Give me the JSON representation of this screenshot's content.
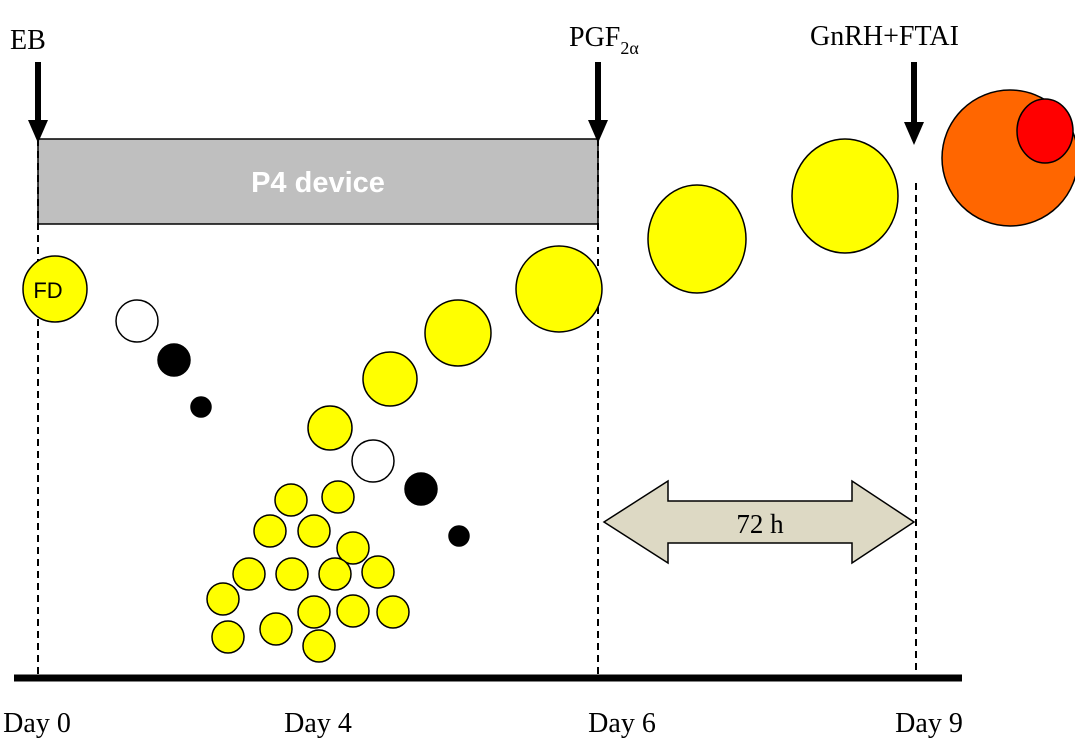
{
  "events": {
    "eb": "EB",
    "pgf_main": "PGF",
    "pgf_sub": "2α",
    "gnrh": "GnRH+FTAI"
  },
  "device": {
    "label": "P4 device"
  },
  "follicle": {
    "fd_label": "FD"
  },
  "interval": {
    "label": "72 h"
  },
  "days": {
    "d0": "Day 0",
    "d4": "Day 4",
    "d6": "Day 6",
    "d9": "Day 9"
  },
  "colors": {
    "yellow_follicle": "#ffff00",
    "regressing_follicle": "#000000",
    "device_fill": "#bfbfbf",
    "interval_arrow_fill": "#ddd9c4",
    "preovulatory_follicle": "#ff6600",
    "corpus_luteum": "#ff0000"
  }
}
